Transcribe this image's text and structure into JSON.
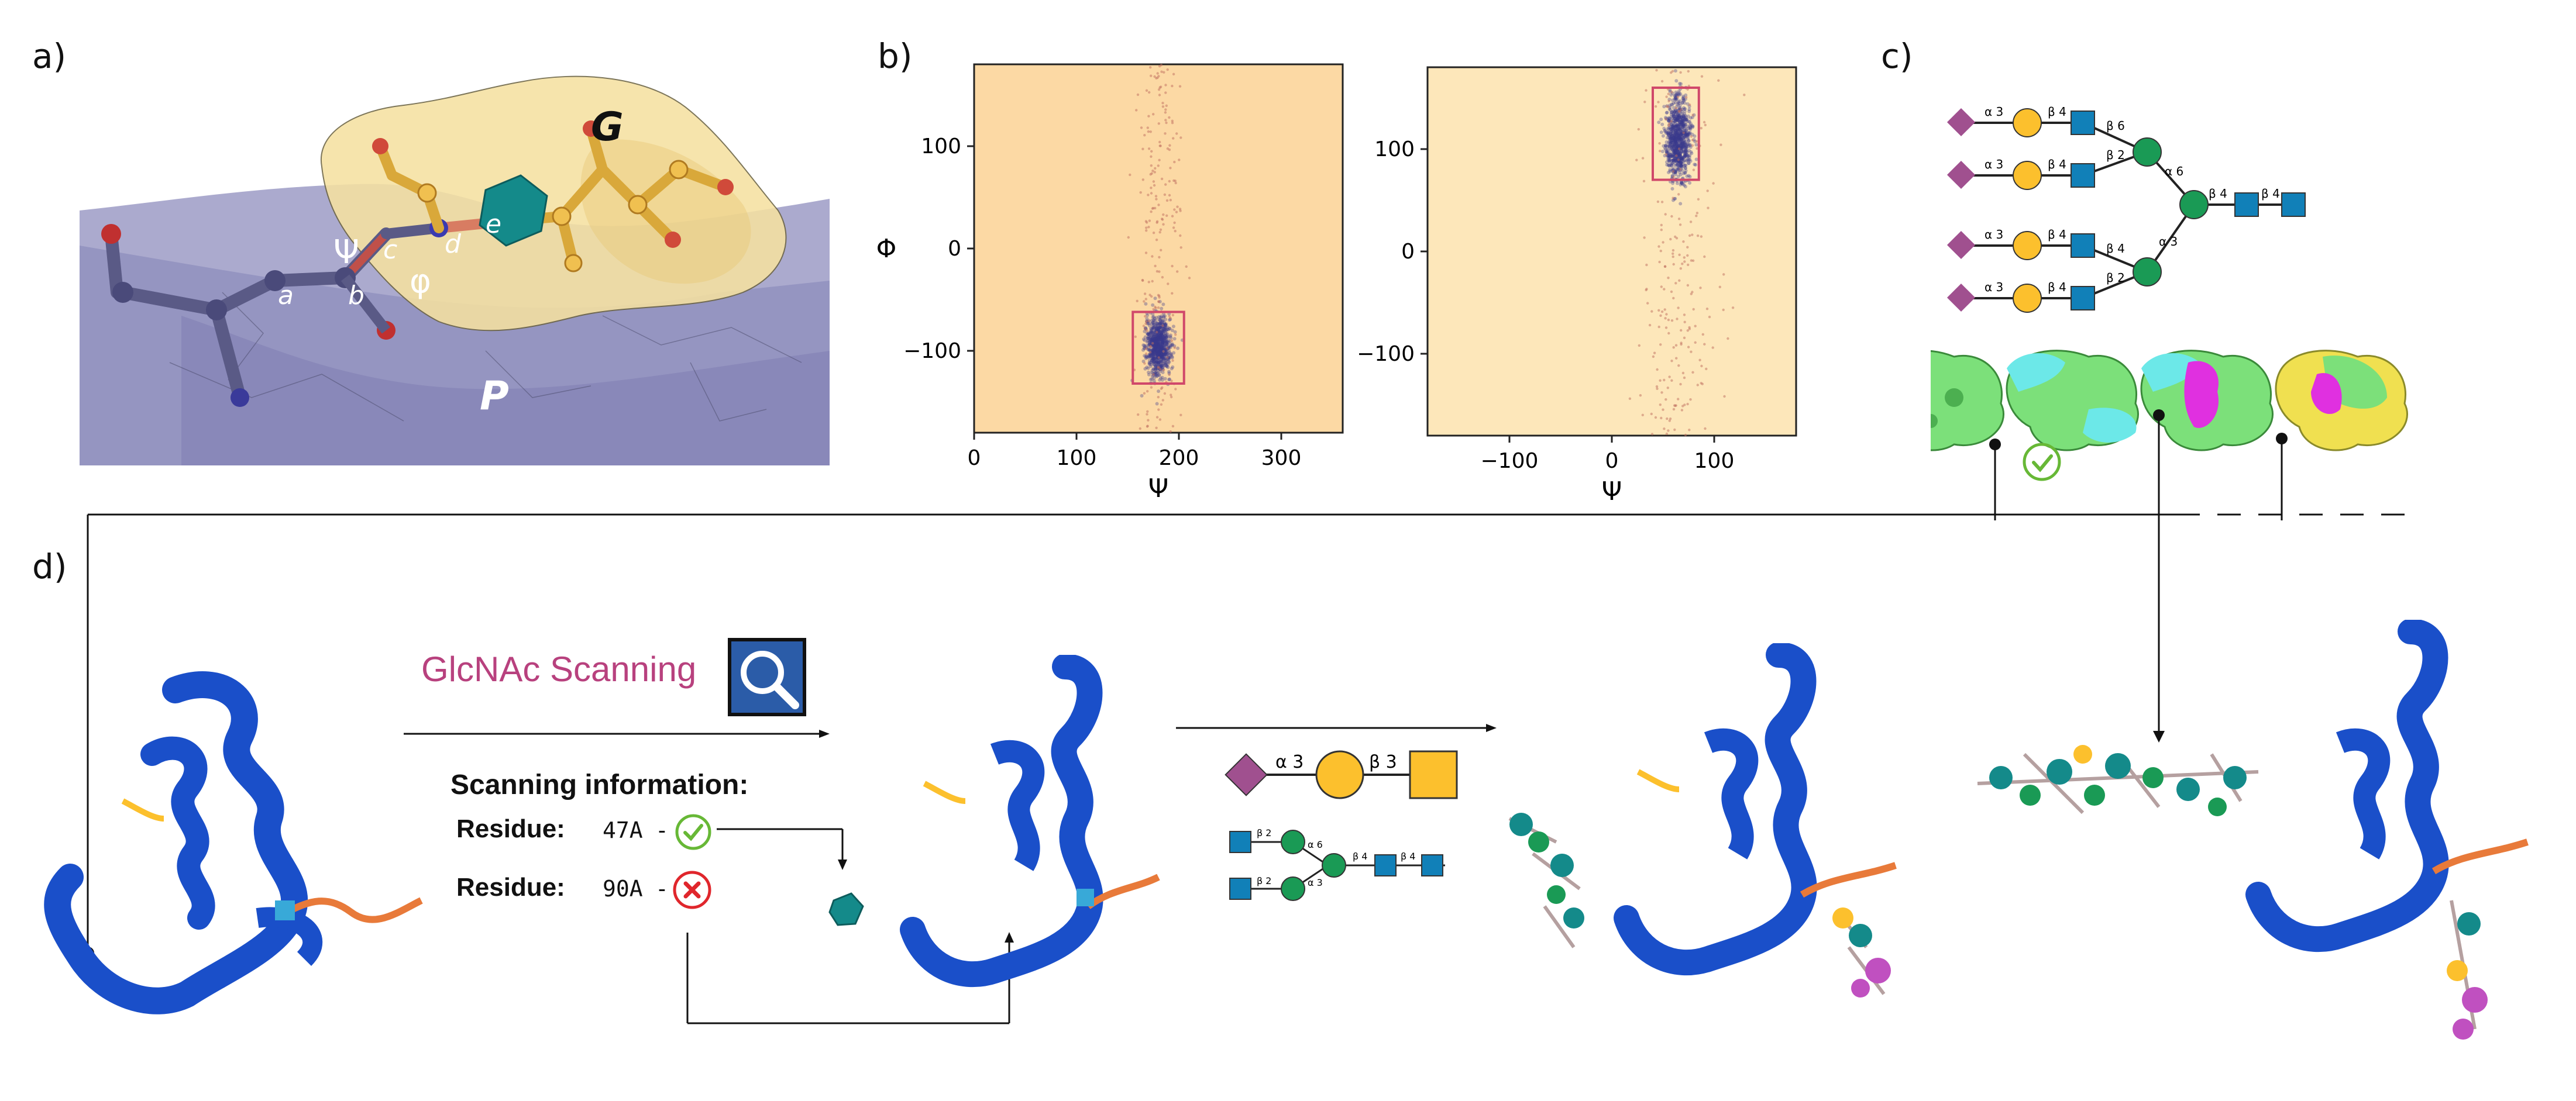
{
  "panel_labels": {
    "a": "a)",
    "b": "b)",
    "c": "c)",
    "d": "d)"
  },
  "panel_a": {
    "region_g": "G",
    "region_p": "P",
    "atom_labels": [
      "a",
      "b",
      "c",
      "d",
      "e"
    ],
    "psi": "Ψ",
    "phi": "φ"
  },
  "chart_data": [
    {
      "type": "scatter",
      "xlabel": "Ψ",
      "ylabel": "Φ",
      "xlim": [
        0,
        360
      ],
      "ylim": [
        -180,
        180
      ],
      "x_ticks": [
        "0",
        "100",
        "200",
        "300"
      ],
      "y_ticks": [
        "100",
        "0",
        "−100"
      ],
      "cluster": {
        "psi_center": 180,
        "phi_center": -95
      },
      "highlight_box": {
        "psi": [
          155,
          205
        ],
        "phi": [
          -132,
          -62
        ]
      },
      "grid": false,
      "legend": "none",
      "colors": {
        "background": "#fcd9a4",
        "points": "#3a3a8c",
        "box": "#d0486a"
      }
    },
    {
      "type": "scatter",
      "xlabel": "Ψ",
      "ylabel": "",
      "xlim": [
        -180,
        180
      ],
      "ylim": [
        -180,
        180
      ],
      "x_ticks": [
        "−100",
        "0",
        "100"
      ],
      "y_ticks": [
        "100",
        "0",
        "−100"
      ],
      "cluster": {
        "psi_center": 65,
        "phi_center": 110
      },
      "highlight_box": {
        "psi": [
          40,
          85
        ],
        "phi": [
          70,
          160
        ]
      },
      "grid": false,
      "legend": "none",
      "colors": {
        "background": "#fde7ba",
        "points": "#3a3a8c",
        "box": "#d0486a"
      }
    }
  ],
  "panel_c": {
    "branch_linkages": [
      [
        "α 3",
        "β 4",
        "β 6"
      ],
      [
        "α 3",
        "β 4",
        "β 2"
      ],
      [
        "α 3",
        "β 4",
        "β 4"
      ],
      [
        "α 3",
        "β 4",
        "β 2"
      ]
    ],
    "core_linkages": [
      "α 6",
      "α 3",
      "β 4",
      "β 4"
    ]
  },
  "panel_d": {
    "title": "GlcNAc Scanning",
    "info_heading": "Scanning information:",
    "rows": [
      {
        "label": "Residue:",
        "value": "47A",
        "dash": "-",
        "status": "ok"
      },
      {
        "label": "Residue:",
        "value": "90A",
        "dash": "-",
        "status": "fail"
      }
    ],
    "o_glycan_linkages": [
      "α 3",
      "β 3"
    ],
    "n_glycan_linkages": [
      "β 2",
      "α 6",
      "β 4",
      "β 4",
      "α 3",
      "β 2"
    ]
  },
  "colors": {
    "sialic": "#a0508f",
    "galactose": "#fcc02d",
    "glcnac": "#1180b8",
    "mannose": "#1a9a55",
    "protein": "#1a4fc9",
    "scan_title": "#b8417e",
    "ok": "#67b836",
    "fail": "#e0262c",
    "magnifier": "#2b5ca8"
  }
}
